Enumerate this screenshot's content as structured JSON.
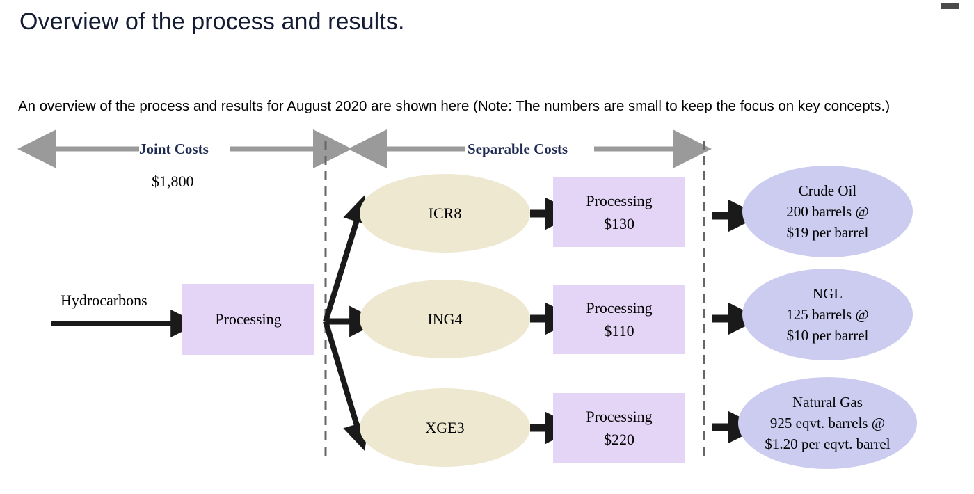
{
  "slide": {
    "title": "Overview of the process and results.",
    "title_color": "#141c33",
    "corner_mark_color": "#4a4a4a"
  },
  "panel": {
    "intro_text": "An overview of the process and results for August 2020 are shown here (Note: The numbers are small to keep the focus on key concepts.)",
    "border_color": "#b9b9b9"
  },
  "diagram": {
    "bands": [
      {
        "label": "Joint Costs",
        "amount": "$1,800"
      },
      {
        "label": "Separable Costs",
        "amount": ""
      }
    ],
    "input_label": "Hydrocarbons",
    "joint_process": {
      "label": "Processing"
    },
    "intermediates": [
      {
        "name": "ICR8"
      },
      {
        "name": "ING4"
      },
      {
        "name": "XGE3"
      }
    ],
    "separable_processes": [
      {
        "label": "Processing",
        "cost": "$130"
      },
      {
        "label": "Processing",
        "cost": "$110"
      },
      {
        "label": "Processing",
        "cost": "$220"
      }
    ],
    "products": [
      {
        "name": "Crude Oil",
        "quantity": "200 barrels @",
        "price": "$19 per barrel"
      },
      {
        "name": "NGL",
        "quantity": "125 barrels @",
        "price": "$10 per barrel"
      },
      {
        "name": "Natural Gas",
        "quantity": "925 eqvt. barrels @",
        "price": "$1.20 per eqvt. barrel"
      }
    ],
    "colors": {
      "intermediate_fill": "#ede8cf",
      "product_fill": "#ccccf0",
      "process_fill": "#e4d5f7",
      "band_arrow": "#9a9a9a",
      "divider": "#666666",
      "flow_arrow": "#1a1a1a",
      "band_label": "#1f2a52"
    }
  }
}
